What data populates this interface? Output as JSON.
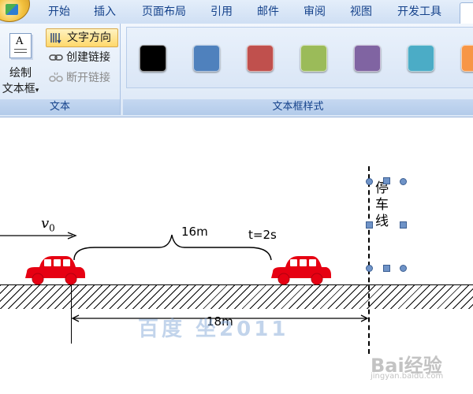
{
  "ribbon": {
    "tabs": [
      {
        "label": "开始"
      },
      {
        "label": "插入"
      },
      {
        "label": "页面布局"
      },
      {
        "label": "引用"
      },
      {
        "label": "邮件"
      },
      {
        "label": "审阅"
      },
      {
        "label": "视图"
      },
      {
        "label": "开发工具"
      }
    ],
    "text_group": {
      "draw_textbox_line1": "绘制",
      "draw_textbox_line2": "文本框",
      "draw_textbox_arrow": "▾",
      "text_direction": "文字方向",
      "create_link": "创建链接",
      "break_link": "断开链接",
      "group_label": "文本",
      "icon_letter": "A"
    },
    "styles_group": {
      "group_label": "文本框样式",
      "swatch_colors": [
        "#000000",
        "#4f81bd",
        "#c0504d",
        "#9bbb59",
        "#8064a2",
        "#4bacc6",
        "#f79646"
      ]
    }
  },
  "diagram": {
    "v0_symbol": "v",
    "v0_subscript": "0",
    "distance_top": "16m",
    "time_label": "t=2s",
    "distance_bottom": "18m",
    "stop_line_label": "停车线",
    "car_color": "#e60012"
  },
  "watermark": {
    "main": "百度  坐2011",
    "baidu": "Bai经验",
    "baidu_url": "jingyan.baidu.com"
  }
}
